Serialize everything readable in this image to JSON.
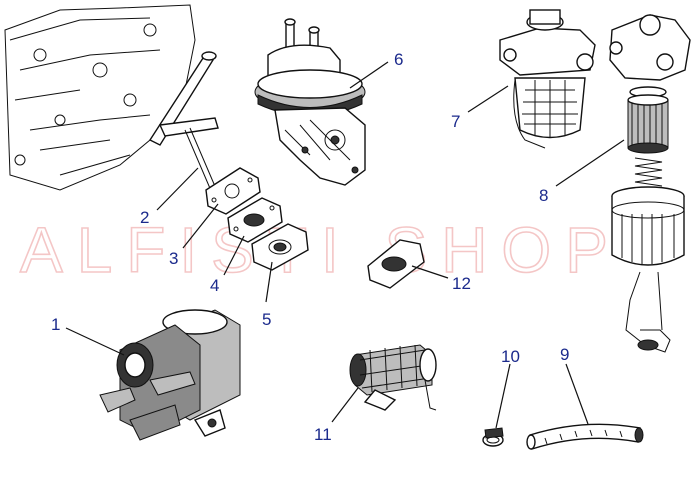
{
  "watermark": "ALFISTI SHOP",
  "callouts": [
    {
      "id": "1",
      "label": "1"
    },
    {
      "id": "2",
      "label": "2"
    },
    {
      "id": "3",
      "label": "3"
    },
    {
      "id": "4",
      "label": "4"
    },
    {
      "id": "5",
      "label": "5"
    },
    {
      "id": "6",
      "label": "6"
    },
    {
      "id": "7",
      "label": "7"
    },
    {
      "id": "8",
      "label": "8"
    },
    {
      "id": "9",
      "label": "9"
    },
    {
      "id": "10",
      "label": "10"
    },
    {
      "id": "11",
      "label": "11"
    },
    {
      "id": "12",
      "label": "12"
    }
  ],
  "colors": {
    "callout_text": "#1b2a8c",
    "line_art": "#111111",
    "watermark": "#f2b9b9",
    "background": "#ffffff"
  }
}
